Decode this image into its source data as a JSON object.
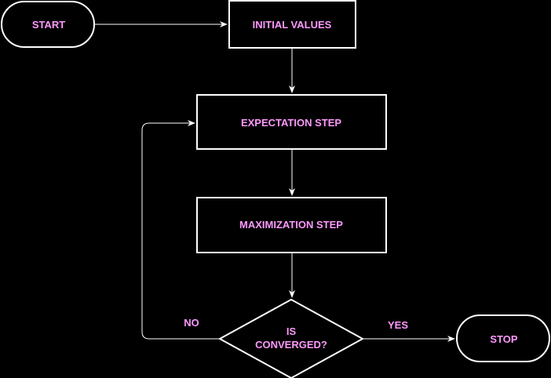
{
  "colors": {
    "background": "#000000",
    "stroke": "#ffffff",
    "text": "#ff99ff"
  },
  "nodes": {
    "start": {
      "label": "START"
    },
    "initial_values": {
      "label": "INITIAL VALUES"
    },
    "expectation": {
      "label": "EXPECTATION STEP"
    },
    "maximization": {
      "label": "MAXIMIZATION STEP"
    },
    "converged": {
      "line1": "IS",
      "line2": "CONVERGED?"
    },
    "stop": {
      "label": "STOP"
    }
  },
  "edges": {
    "no_label": "NO",
    "yes_label": "YES"
  }
}
